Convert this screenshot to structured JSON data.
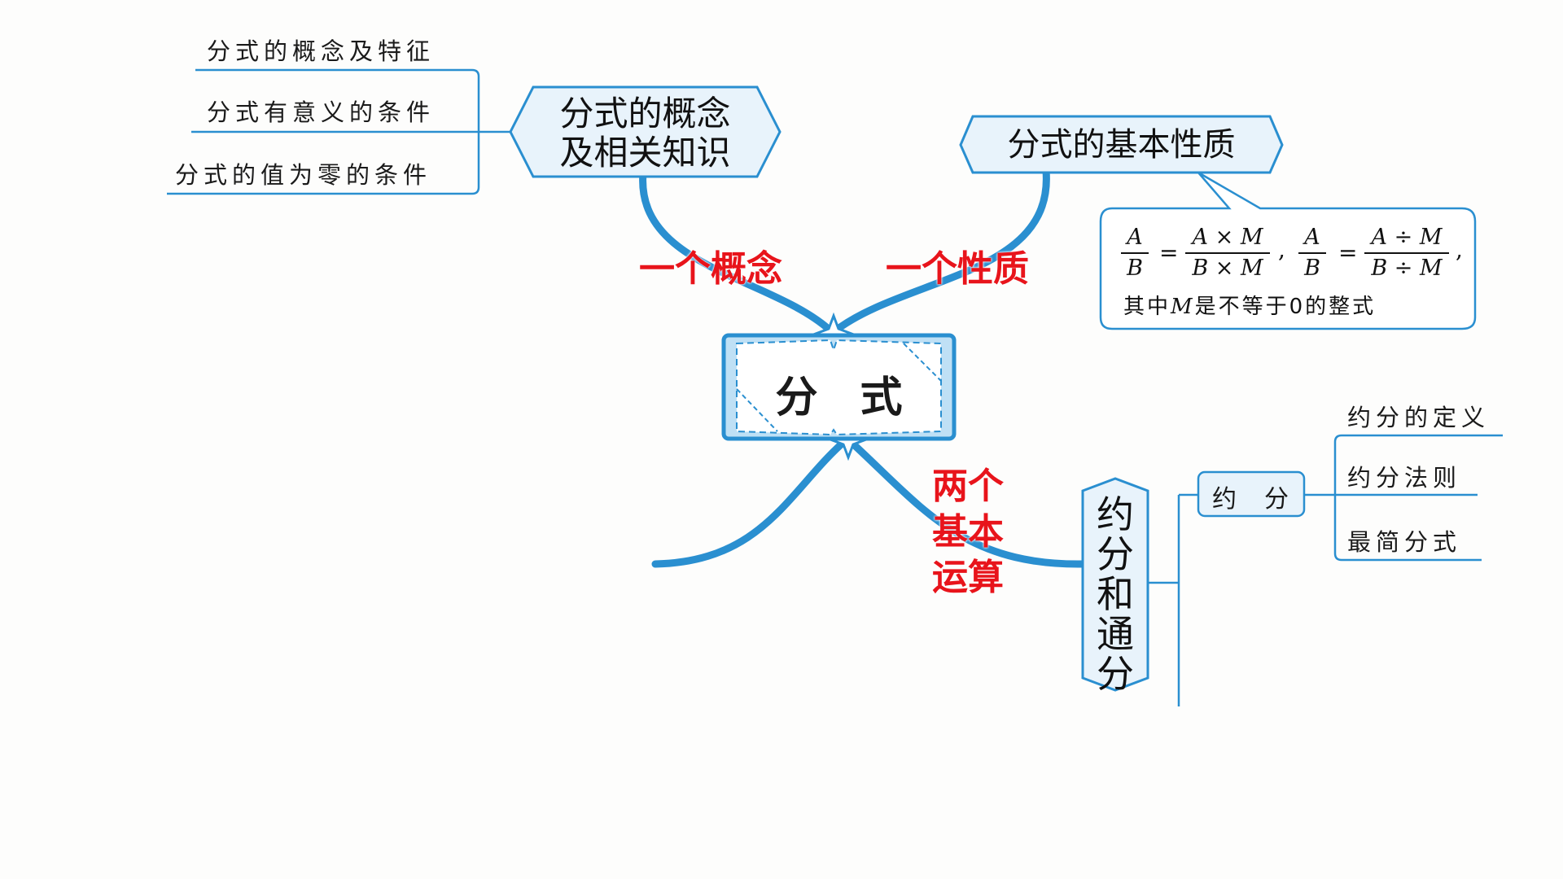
{
  "center": {
    "label": "分　式"
  },
  "left_node": {
    "title_line1": "分式的概念",
    "title_line2": "及相关知识",
    "items": [
      "分式的概念及特征",
      "分式有意义的条件",
      "分式的值为零的条件"
    ]
  },
  "right_node": {
    "title": "分式的基本性质",
    "formula": {
      "f1_num": "A",
      "f1_den": "B",
      "f2_num": "A × M",
      "f2_den": "B × M",
      "f3_num": "A",
      "f3_den": "B",
      "f4_num": "A ÷ M",
      "f4_den": "B ÷ M",
      "equals": "=",
      "comma1": ",",
      "comma2": ",",
      "note_before": "其中",
      "note_var": "M",
      "note_after": "是不等于0的整式"
    }
  },
  "bottom_node": {
    "title": "约分和通分",
    "sub_node": "约　分",
    "items": [
      "约分的定义",
      "约分法则",
      "最简分式"
    ]
  },
  "labels": {
    "concept": "一个概念",
    "property": "一个性质",
    "ops_line1": "两个",
    "ops_line2": "基本",
    "ops_line3": "运算"
  },
  "colors": {
    "line_blue": "#2a8fd0",
    "fill_blue": "#e8f3fb",
    "label_red": "#e8141b"
  }
}
